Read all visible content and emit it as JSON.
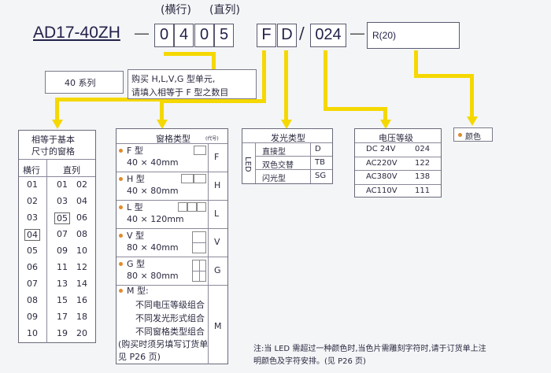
{
  "header": {
    "group1": "(横行)",
    "group2": "(直列)"
  },
  "code": {
    "model": "AD17-40ZH",
    "dash1": "—",
    "d1": "0",
    "d2": "4",
    "d3": "0",
    "d4": "5",
    "f": "F",
    "d": "D",
    "slash": "/",
    "volt": "024",
    "dash2": "—",
    "color_code": "R(20)"
  },
  "series_label": "40 系列",
  "hint": {
    "line1": "购买 H,L,V,G 型单元,",
    "line2": "请填入相等于 F 型之数目"
  },
  "grid_table": {
    "title1": "相等于基本",
    "title2": "尺寸的窗格",
    "col_row": "横行",
    "col_col": "直列",
    "rows": [
      [
        "01",
        "01",
        "02"
      ],
      [
        "02",
        "03",
        "04"
      ],
      [
        "03",
        "05",
        "06"
      ],
      [
        "04",
        "07",
        "08"
      ],
      [
        "05",
        "09",
        "10"
      ],
      [
        "06",
        "11",
        "12"
      ],
      [
        "07",
        "13",
        "14"
      ],
      [
        "08",
        "15",
        "16"
      ],
      [
        "09",
        "17",
        "18"
      ],
      [
        "10",
        "19",
        "20"
      ]
    ]
  },
  "pane_table": {
    "title": "窗格类型",
    "code_label": "(代号)",
    "items": [
      {
        "name": "F 型",
        "size": "40 × 40mm",
        "code": "F"
      },
      {
        "name": "H 型",
        "size": "40 × 80mm",
        "code": "H"
      },
      {
        "name": "L 型",
        "size": "40 × 120mm",
        "code": "L"
      },
      {
        "name": "V 型",
        "size": "80 × 40mm",
        "code": "V"
      },
      {
        "name": "G 型",
        "size": "80 × 80mm",
        "code": "G"
      }
    ],
    "m_name": "M 型:",
    "m_lines": [
      "不同电压等级组合",
      "不同发光形式组合",
      "不同窗格类型组合"
    ],
    "m_code": "M",
    "footer1": "(购买时须另填写订货单",
    "footer2": "见 P26 页)"
  },
  "light_table": {
    "title": "发光类型",
    "side": "LED",
    "rows": [
      [
        "直接型",
        "D"
      ],
      [
        "双色交替",
        "TB"
      ],
      [
        "闪光型",
        "SG"
      ]
    ]
  },
  "volt_table": {
    "title": "电压等级",
    "rows": [
      [
        "DC 24V",
        "024"
      ],
      [
        "AC220V",
        "122"
      ],
      [
        "AC380V",
        "138"
      ],
      [
        "AC110V",
        "111"
      ]
    ]
  },
  "color_label": "颜色",
  "note": {
    "line1": "注:当 LED 需超过一种颜色时,当色片需雕刻字符时,请于订货单上注",
    "line2": "明颜色及字符安排。(见 P26 页)"
  },
  "colors": {
    "yellow": "#f5d800",
    "orange": "#e08a2c"
  }
}
